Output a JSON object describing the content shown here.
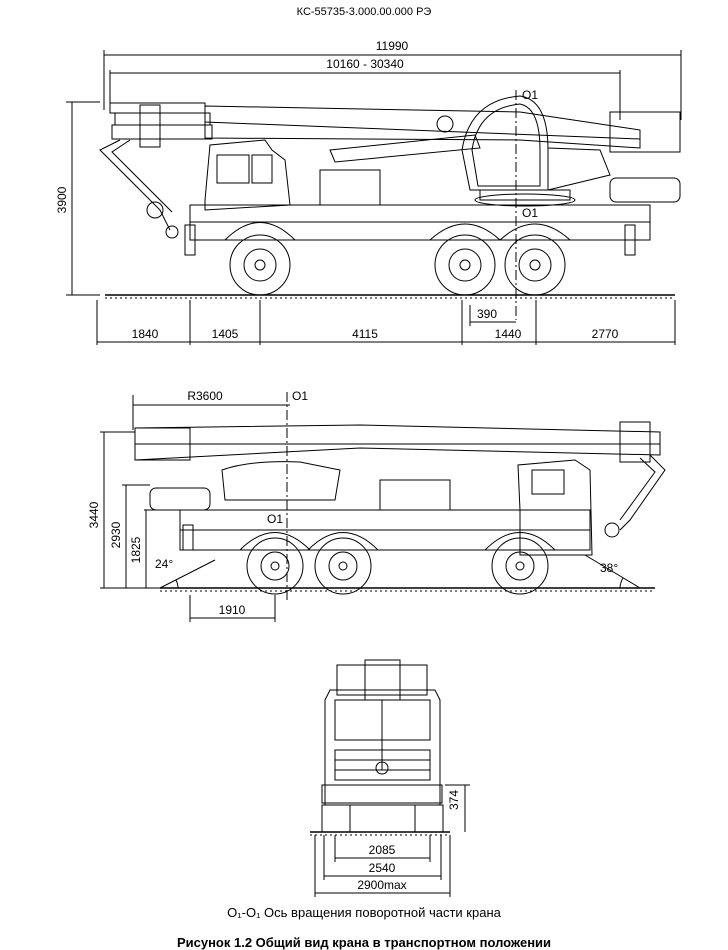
{
  "header": "КС-55735-3.000.00.000 РЭ",
  "side_view": {
    "overall_length": "11990",
    "boom_range": "10160  -  30340",
    "height": "3900",
    "axis_label": "O1",
    "axis_label_low": "O1",
    "bottom_dims": [
      "1840",
      "1405",
      "4115",
      "1440",
      "2770"
    ],
    "offset_dim": "390"
  },
  "rear_side_view": {
    "radius": "R3600",
    "axis_label": "O1",
    "axis_label_low": "O1",
    "heights": [
      "3440",
      "2930",
      "1825"
    ],
    "angle_rear": "24°",
    "angle_front": "38°",
    "bottom_dim": "1910"
  },
  "front_view": {
    "clearance": "374",
    "widths": [
      "2085",
      "2540",
      "2900max"
    ]
  },
  "legend": "O₁-O₁  Ось вращения поворотной части крана",
  "caption": "Рисунок 1.2  Общий вид крана в транспортном положении"
}
